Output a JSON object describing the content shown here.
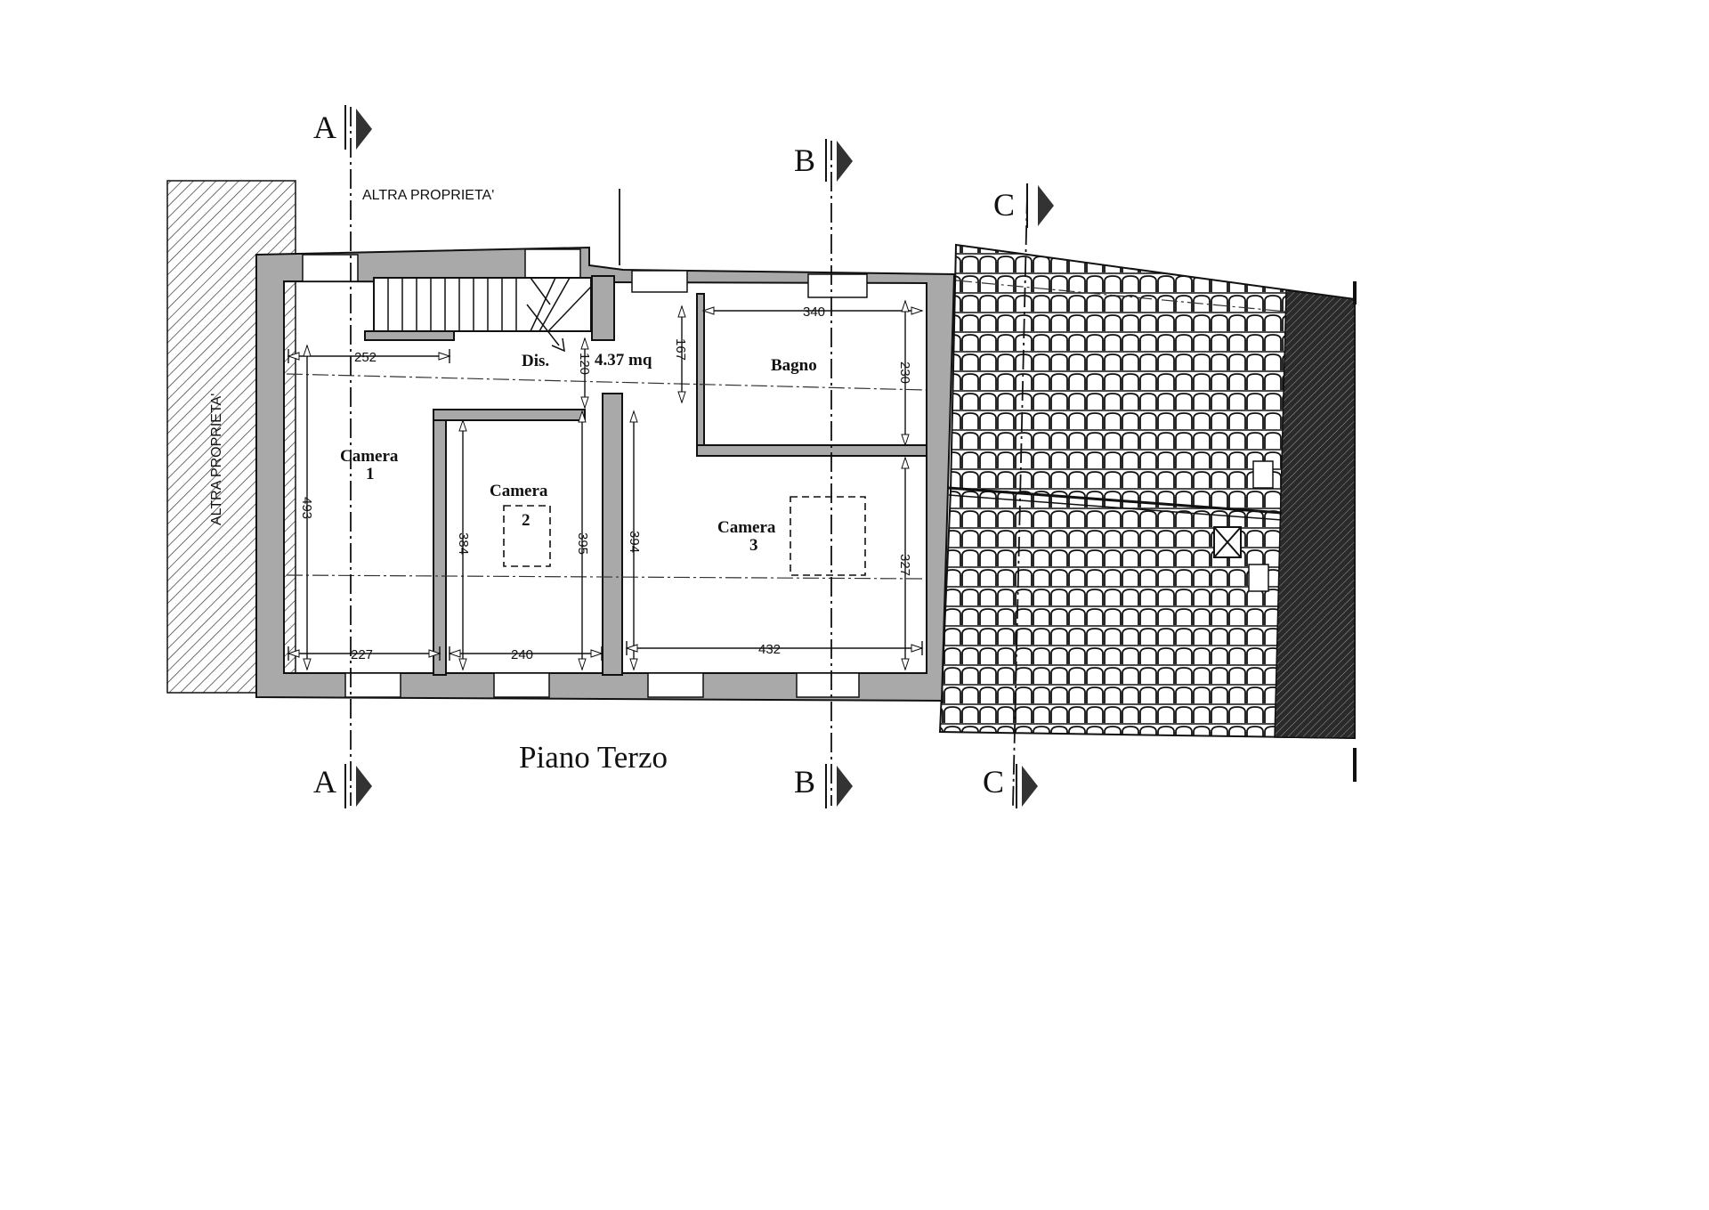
{
  "labels": {
    "altra_proprieta_top": "ALTRA PROPRIETA'",
    "altra_proprieta_left": "ALTRA PROPRIETA'",
    "floor_title": "Piano Terzo",
    "area": "4.37 mq"
  },
  "sections": {
    "a_top": "A",
    "a_bottom": "A",
    "b_top": "B",
    "b_bottom": "B",
    "c_top": "C",
    "c_bottom": "C"
  },
  "rooms": {
    "camera1_name": "Camera",
    "camera1_num": "1",
    "camera2_name": "Camera",
    "camera2_num": "2",
    "camera3_name": "Camera",
    "camera3_num": "3",
    "dis": "Dis.",
    "bagno": "Bagno"
  },
  "dimensions": {
    "d252": "252",
    "d227": "227",
    "d493": "493",
    "d384": "384",
    "d395": "395",
    "d240": "240",
    "d120": "120",
    "d167": "167",
    "d340": "340",
    "d230": "230",
    "d394": "394",
    "d327": "327",
    "d432": "432"
  },
  "colors": {
    "wall_fill": "#a9a9a9",
    "line": "#111111",
    "dark_wall": "#2a2a2a"
  }
}
